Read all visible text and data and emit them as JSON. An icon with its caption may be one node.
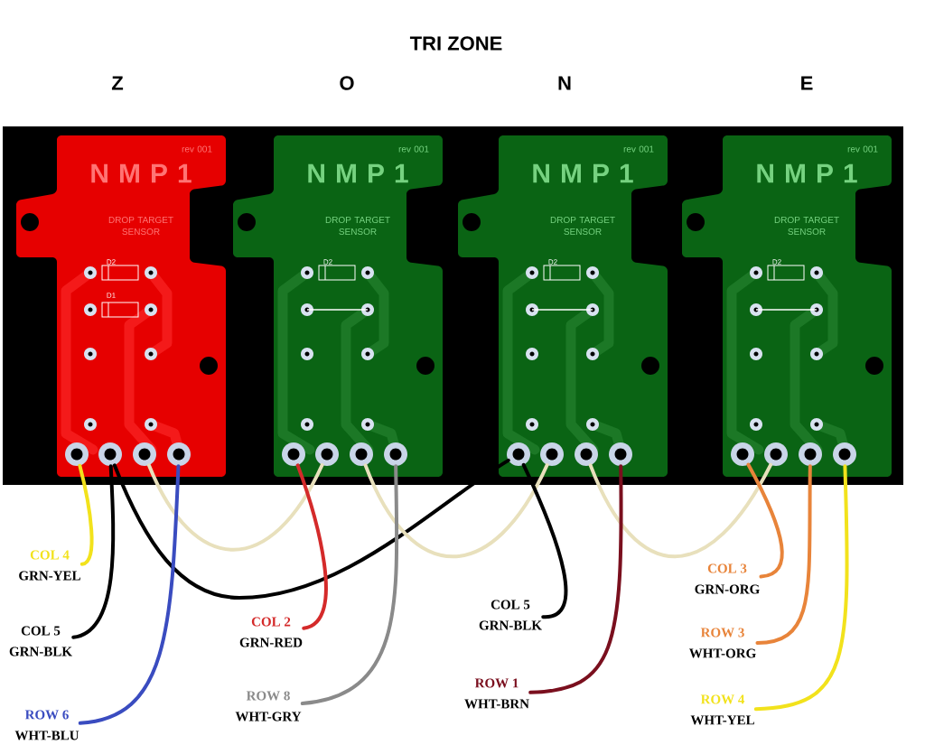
{
  "diagram": {
    "title": "TRI ZONE",
    "nodes": [
      {
        "text": [
          "N M P 1",
          "rev 001",
          "DROP TARGET SENSOR",
          "D2",
          "D1"
        ]
      },
      {
        "text": [
          "N M P 1",
          "rev 001",
          "DROP TARGET SENSOR",
          "D2"
        ]
      },
      {
        "text": [
          "N M P 1",
          "rev 001",
          "DROP TARGET SENSOR",
          "D2"
        ]
      },
      {
        "text": [
          "N M P 1",
          "rev 001",
          "DROP TARGET SENSOR",
          "D2"
        ]
      },
      {
        "text": [],
        "shape": "circle",
        "in": 0
      },
      {
        "text": [],
        "shape": "circle",
        "in": 0
      },
      {
        "text": [],
        "shape": "circle",
        "in": 0
      },
      {
        "text": [],
        "shape": "circle",
        "in": 0
      },
      {
        "text": [],
        "shape": "circle",
        "in": 1
      },
      {
        "text": [],
        "shape": "circle",
        "in": 1
      },
      {
        "text": [],
        "shape": "circle",
        "in": 1
      },
      {
        "text": [],
        "shape": "circle",
        "in": 1
      },
      {
        "text": [],
        "shape": "circle",
        "in": 2
      },
      {
        "text": [],
        "shape": "circle",
        "in": 2
      },
      {
        "text": [],
        "shape": "circle",
        "in": 2
      },
      {
        "text": [],
        "shape": "circle",
        "in": 2
      },
      {
        "text": [],
        "shape": "circle",
        "in": 3
      },
      {
        "text": [],
        "shape": "circle",
        "in": 3
      },
      {
        "text": [],
        "shape": "circle",
        "in": 3
      },
      {
        "text": [],
        "shape": "circle",
        "in": 3
      },
      {
        "text": [
          "COL 4",
          "GRN-YEL"
        ]
      },
      {
        "text": [
          "COL 5",
          "GRN-BLK"
        ]
      },
      {
        "text": [
          "ROW 6",
          "WHT-BLU"
        ]
      },
      {
        "text": [
          "COL 2",
          "GRN-RED"
        ]
      },
      {
        "text": [
          "ROW 8",
          "WHT-GRY"
        ]
      },
      {
        "text": [
          "COL 5",
          "GRN-BLK"
        ]
      },
      {
        "text": [
          "ROW 1",
          "WHT-BRN"
        ]
      },
      {
        "text": [
          "COL 3",
          "GRN-ORG"
        ]
      },
      {
        "text": [
          "ROW 3",
          "WHT-ORG"
        ]
      },
      {
        "text": [
          "ROW 4",
          "WHT-YEL"
        ]
      }
    ],
    "edges": [
      {
        "from": 4,
        "to": 20,
        "arrow": "none",
        "color": "#f2e21c"
      },
      {
        "from": 5,
        "to": 21,
        "arrow": "none",
        "color": "#000000"
      },
      {
        "from": 5,
        "to": 12,
        "arrow": "none",
        "color": "#000000"
      },
      {
        "from": 6,
        "to": 9,
        "arrow": "none",
        "color": "#e8e0bc"
      },
      {
        "from": 7,
        "to": 22,
        "arrow": "none",
        "color": "#3a4cc0"
      },
      {
        "from": 8,
        "to": 23,
        "arrow": "none",
        "color": "#d42a2a"
      },
      {
        "from": 10,
        "to": 13,
        "arrow": "none",
        "color": "#e8e0bc"
      },
      {
        "from": 11,
        "to": 24,
        "arrow": "none",
        "color": "#8a8a8a"
      },
      {
        "from": 12,
        "to": 25,
        "arrow": "none",
        "color": "#000000"
      },
      {
        "from": 14,
        "to": 17,
        "arrow": "none",
        "color": "#e8e0bc"
      },
      {
        "from": 15,
        "to": 26,
        "arrow": "none",
        "color": "#7a0f1e"
      },
      {
        "from": 16,
        "to": 27,
        "arrow": "none",
        "color": "#e8843a"
      },
      {
        "from": 18,
        "to": 28,
        "arrow": "none",
        "color": "#e8843a"
      },
      {
        "from": 19,
        "to": 29,
        "arrow": "none",
        "color": "#f2e21c"
      }
    ],
    "labels": [
      "Z",
      "O",
      "N",
      "E"
    ]
  }
}
